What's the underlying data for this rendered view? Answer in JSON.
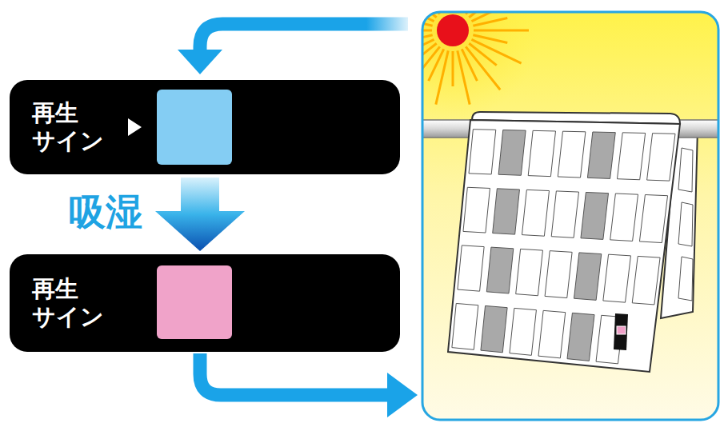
{
  "diagram": {
    "nodes": [
      {
        "text": [
          "再生 サイン"
        ]
      },
      {
        "text": [
          "再生 サイン"
        ]
      }
    ],
    "edges": [
      {
        "from": 0,
        "to": 1,
        "arrow": "to",
        "label": "吸湿"
      }
    ]
  }
}
